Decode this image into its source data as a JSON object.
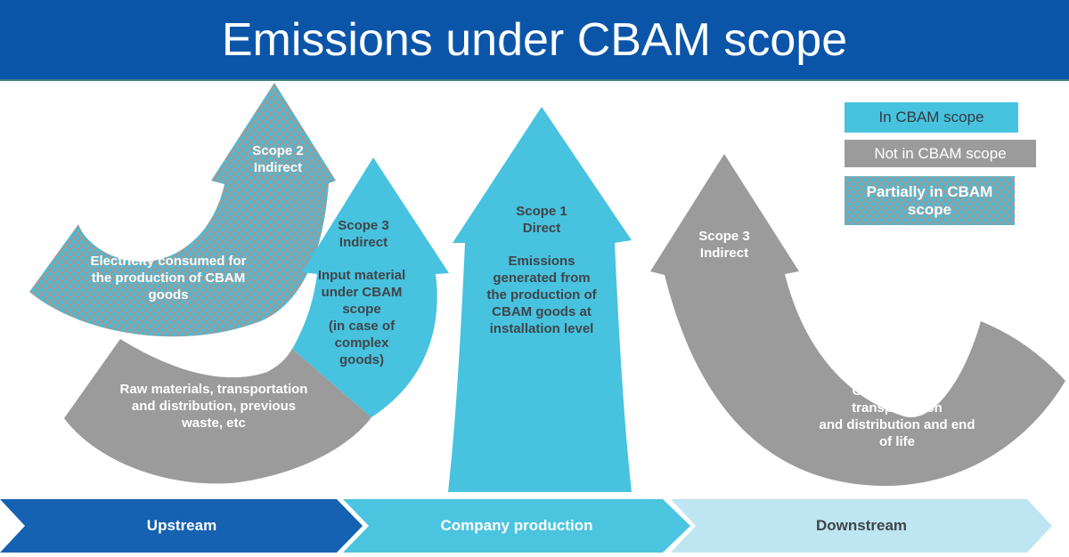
{
  "slide": {
    "title": "Emissions under CBAM scope"
  },
  "legend": {
    "items": [
      {
        "label": "In CBAM scope",
        "style": "in-scope"
      },
      {
        "label": "Not in CBAM scope",
        "style": "not-in-scope"
      },
      {
        "label": "Partially  in CBAM\nscope",
        "style": "partially-in-scope"
      }
    ]
  },
  "arrows": {
    "scope2": {
      "title": "Scope 2\nIndirect",
      "body": "Electricity consumed for\nthe production of CBAM\ngoods",
      "scope_status": "Partially in CBAM scope"
    },
    "scope3_upstream": {
      "title": "Scope 3\nIndirect",
      "body": "Input material\nunder CBAM\nscope\n(in case of\ncomplex\ngoods)",
      "scope_status": "In CBAM scope"
    },
    "raw_materials": {
      "body": "Raw materials, transportation\nand distribution, previous\nwaste, etc",
      "scope_status": "Not in CBAM scope"
    },
    "scope1": {
      "title": "Scope 1\nDirect",
      "body": "Emissions\ngenerated from\nthe production of\nCBAM goods at\ninstallation level",
      "scope_status": "In CBAM scope"
    },
    "scope3_downstream": {
      "title": "Scope 3\nIndirect",
      "body": "Consumption, transportation\nand distribution and end of life",
      "scope_status": "Not in CBAM scope"
    }
  },
  "stages": {
    "upstream": "Upstream",
    "company_production": "Company production",
    "downstream": "Downstream"
  },
  "colors": {
    "header_blue": "#0B55A9",
    "header_rule_teal": "#3C7E7E",
    "upstream_blue": "#1561B2",
    "accent_cyan": "#47C2DF",
    "company_cyan": "#4BC4DF",
    "downstream_light_blue": "#BEE5F2",
    "gray": "#9B9B9B",
    "pattern_dot_cyan": "#3EC0DC",
    "dark_text": "#404549"
  }
}
